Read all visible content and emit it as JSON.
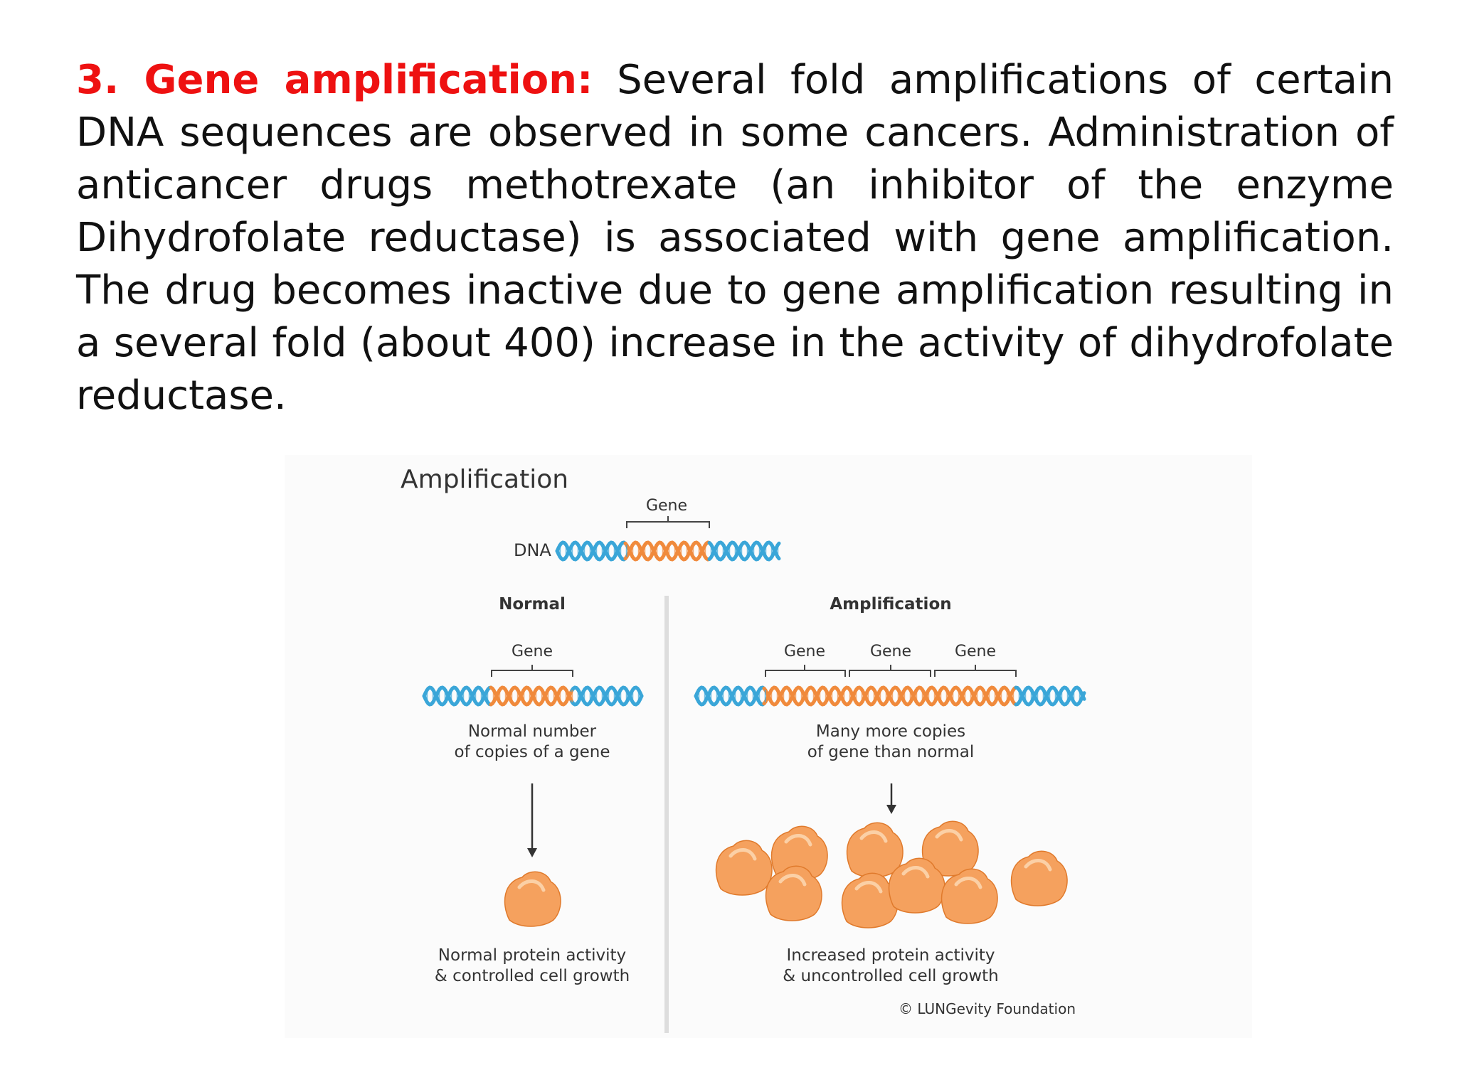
{
  "slide": {
    "heading": "3. Gene amplification:",
    "body": "Several fold amplifications of certain DNA sequences are observed in some cancers. Administration of anticancer drugs methotrexate (an inhibitor of the enzyme Dihydrofolate reductase) is associated with gene amplification. The drug becomes inactive due to gene amplification resulting in a several fold (about 400) increase in the activity of dihydrofolate reductase."
  },
  "figure": {
    "title": "Amplification",
    "top_gene_label": "Gene",
    "dna_label": "DNA",
    "normal": {
      "heading": "Normal",
      "gene_label": "Gene",
      "caption_line1": "Normal number",
      "caption_line2": "of copies of a gene",
      "result_line1": "Normal protein activity",
      "result_line2": "& controlled cell growth"
    },
    "amplified": {
      "heading": "Amplification",
      "gene_labels": [
        "Gene",
        "Gene",
        "Gene"
      ],
      "caption_line1": "Many more copies",
      "caption_line2": "of gene than normal",
      "result_line1": "Increased protein activity",
      "result_line2": "& uncontrolled cell growth"
    },
    "credit": "© LUNGevity Foundation",
    "colors": {
      "dna_blue": "#3aa6d8",
      "gene_orange": "#f08a3c",
      "protein": "#f5a15e"
    }
  }
}
